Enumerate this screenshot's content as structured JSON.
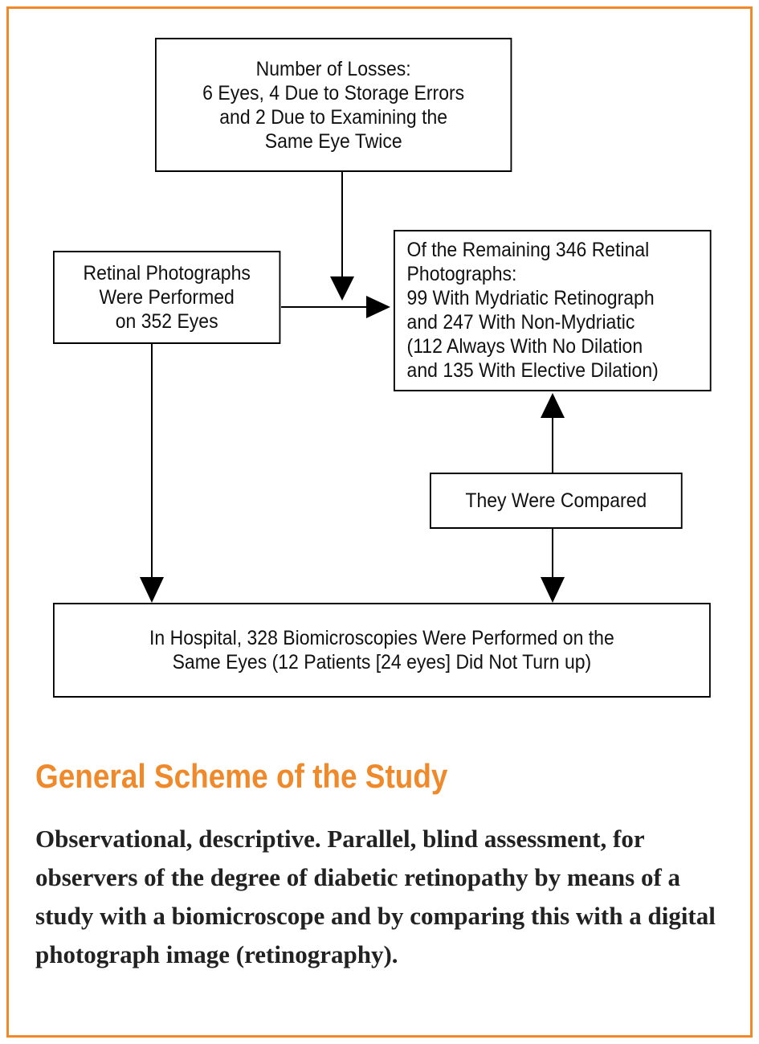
{
  "colors": {
    "accent": "#f0892a",
    "box_border": "#000000",
    "text": "#111111"
  },
  "flowchart": {
    "losses_box": "Number of Losses:\n6 Eyes, 4 Due to Storage Errors\nand 2 Due to Examining the\nSame Eye Twice",
    "retinal_box": "Retinal Photographs\nWere Performed\non 352 Eyes",
    "remaining_box": "Of the Remaining 346 Retinal\nPhotographs:\n99 With Mydriatic Retinograph\nand 247 With Non-Mydriatic\n(112 Always With No Dilation\nand 135 With Elective Dilation)",
    "compared_box": "They Were Compared",
    "hospital_box": "In Hospital, 328 Biomicroscopies Were Performed on the\nSame Eyes (12 Patients [24 eyes] Did Not Turn up)"
  },
  "caption": {
    "heading": "General Scheme of the Study",
    "body": "Observational, descriptive. Parallel, blind assessment, for observers of the degree of diabetic retinopathy by means of a study with a biomicroscope and by comparing this with a digital photograph image (retinography)."
  }
}
